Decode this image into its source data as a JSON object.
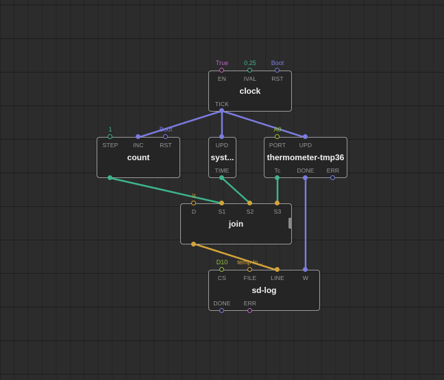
{
  "colors": {
    "boolean": "#c260c2",
    "number": "#3db58a",
    "pulse": "#7b7be0",
    "string": "#d4a43a",
    "port": "#9ac23d"
  },
  "clock": {
    "title": "clock",
    "pins": {
      "en": "EN",
      "ival": "IVAL",
      "rst": "RST",
      "tick": "TICK"
    },
    "values": {
      "en": "True",
      "ival": "0.25",
      "rst": "Boot"
    }
  },
  "count": {
    "title": "count",
    "pins": {
      "step": "STEP",
      "inc": "INC",
      "rst": "RST"
    },
    "values": {
      "step": "1",
      "rst": "Boot"
    }
  },
  "system_time": {
    "title": "syst...",
    "pins": {
      "upd": "UPD",
      "time": "TIME"
    }
  },
  "thermometer": {
    "title": "thermometer-tmp36",
    "pins": {
      "port": "PORT",
      "upd": "UPD",
      "tc": "Tc",
      "done": "DONE",
      "err": "ERR"
    },
    "values": {
      "port": "A0"
    }
  },
  "join": {
    "title": "join",
    "pins": {
      "d": "D",
      "s1": "S1",
      "s2": "S2",
      "s3": "S3"
    },
    "values": {
      "d": "\\t"
    }
  },
  "sd_log": {
    "title": "sd-log",
    "pins": {
      "cs": "CS",
      "file": "FILE",
      "line": "LINE",
      "w": "W",
      "done": "DONE",
      "err": "ERR"
    },
    "values": {
      "cs": "D10",
      "file": "temp-lo..."
    }
  }
}
